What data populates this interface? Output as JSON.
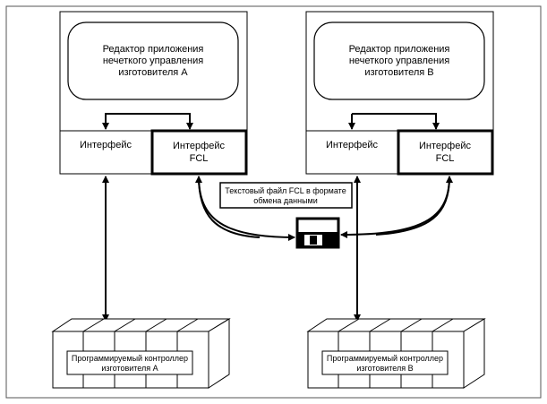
{
  "system_a": {
    "editor": [
      "Редактор приложения",
      "нечеткого управления",
      "изготовителя А"
    ],
    "interface": "Интерфейс",
    "fcl_interface": [
      "Интерфейс",
      "FCL"
    ]
  },
  "system_b": {
    "editor": [
      "Редактор приложения",
      "нечеткого управления",
      "изготовителя В"
    ],
    "interface": "Интерфейс",
    "fcl_interface": [
      "Интерфейс",
      "FCL"
    ]
  },
  "exchange_file": {
    "label": [
      "Текстовый файл FCL в формате",
      "обмена данными"
    ],
    "icon": "floppy-disk-icon"
  },
  "controller_a": [
    "Программируемый контроллер",
    "изготовителя А"
  ],
  "controller_b": [
    "Программируемый контроллер",
    "изготовителя В"
  ],
  "colors": {
    "line": "#000000",
    "background": "#ffffff",
    "frame": "#555555"
  }
}
